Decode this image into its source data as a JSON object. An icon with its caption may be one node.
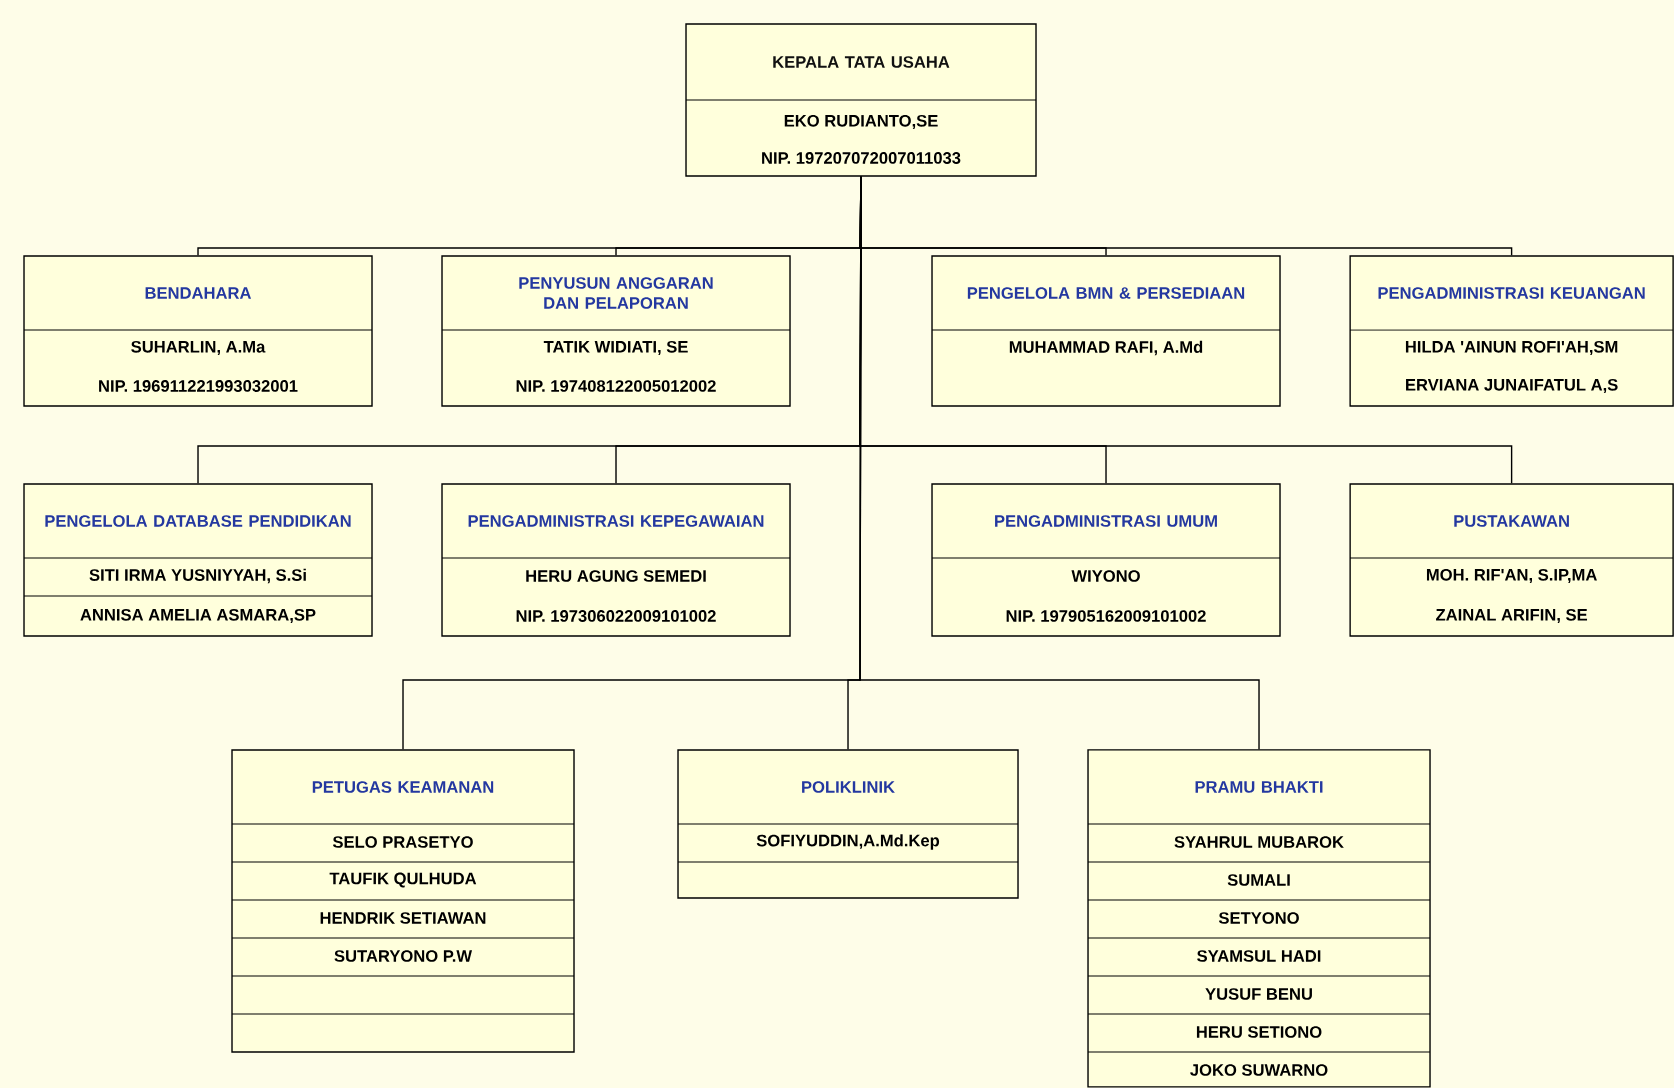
{
  "diagram": {
    "nodes": [
      {
        "text": [
          "KEPALA TATA USAHA",
          "EKO RUDIANTO,SE",
          "NIP. 197207072007011033"
        ]
      },
      {
        "text": [
          "BENDAHARA",
          "SUHARLIN, A.Ma",
          "NIP. 196911221993032001"
        ]
      },
      {
        "text": [
          "PENYUSUN ANGGARAN DAN PELAPORAN",
          "TATIK WIDIATI, SE",
          "NIP. 197408122005012002"
        ]
      },
      {
        "text": [
          "PENGELOLA BMN & PERSEDIAAN",
          "MUHAMMAD RAFI, A.Md"
        ]
      },
      {
        "text": [
          "PENGADMINISTRASI KEUANGAN",
          "HILDA 'AINUN ROFI'AH,SM",
          "ERVIANA JUNAIFATUL A,S"
        ]
      },
      {
        "text": [
          "PENGELOLA DATABASE PENDIDIKAN",
          "SITI IRMA YUSNIYYAH, S.Si",
          "ANNISA AMELIA ASMARA,SP"
        ]
      },
      {
        "text": [
          "PENGADMINISTRASI KEPEGAWAIAN",
          "HERU AGUNG SEMEDI",
          "NIP. 197306022009101002"
        ]
      },
      {
        "text": [
          "PENGADMINISTRASI UMUM",
          "WIYONO",
          "NIP. 197905162009101002"
        ]
      },
      {
        "text": [
          "PUSTAKAWAN",
          "MOH. RIF'AN, S.IP,MA",
          "ZAINAL ARIFIN, SE"
        ]
      },
      {
        "text": [
          "PETUGAS KEAMANAN",
          "SELO PRASETYO",
          "TAUFIK QULHUDA",
          "HENDRIK SETIAWAN",
          "SUTARYONO   P.W"
        ]
      },
      {
        "text": [
          "POLIKLINIK",
          "SOFIYUDDIN,A.Md.Kep"
        ]
      },
      {
        "text": [
          "PRAMU BHAKTI",
          "SYAHRUL MUBAROK",
          "SUMALI",
          "SETYONO",
          "SYAMSUL HADI",
          "YUSUF BENU",
          "HERU SETIONO",
          "JOKO SUWARNO"
        ]
      }
    ],
    "edges": [
      {
        "from": 0,
        "to": 1,
        "arrow": "none"
      },
      {
        "from": 0,
        "to": 2,
        "arrow": "none"
      },
      {
        "from": 0,
        "to": 3,
        "arrow": "none"
      },
      {
        "from": 0,
        "to": 4,
        "arrow": "none"
      },
      {
        "from": 0,
        "to": 5,
        "arrow": "none"
      },
      {
        "from": 0,
        "to": 6,
        "arrow": "none"
      },
      {
        "from": 0,
        "to": 7,
        "arrow": "none"
      },
      {
        "from": 0,
        "to": 8,
        "arrow": "none"
      },
      {
        "from": 0,
        "to": 9,
        "arrow": "none"
      },
      {
        "from": 0,
        "to": 10,
        "arrow": "none"
      },
      {
        "from": 0,
        "to": 11,
        "arrow": "none"
      }
    ]
  }
}
